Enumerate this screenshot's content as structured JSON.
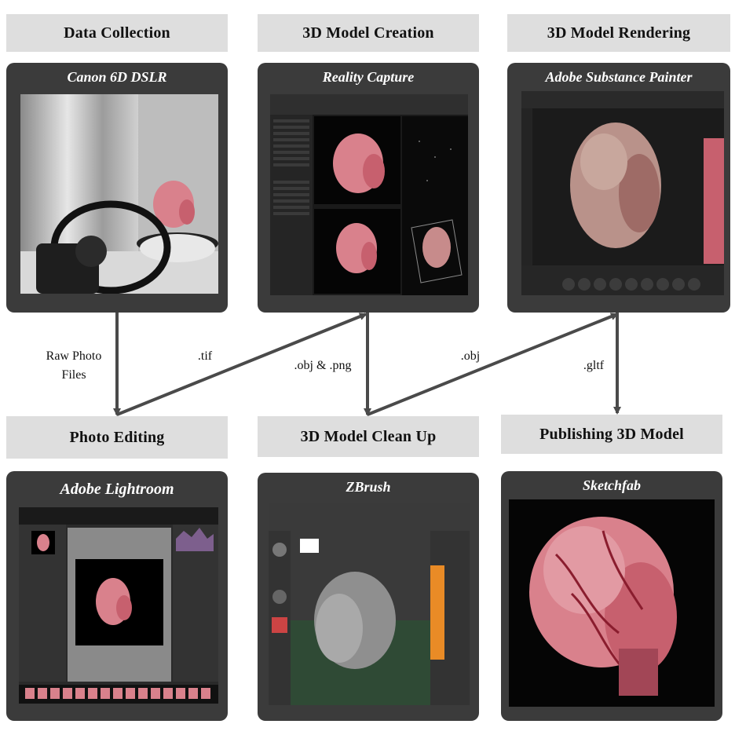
{
  "stages": [
    {
      "header": "Data Collection",
      "tool": "Canon 6D DSLR"
    },
    {
      "header": "3D Model Creation",
      "tool": "Reality Capture"
    },
    {
      "header": "3D Model Rendering",
      "tool": "Adobe Substance Painter"
    },
    {
      "header": "Photo Editing",
      "tool": "Adobe Lightroom"
    },
    {
      "header": "3D Model Clean Up",
      "tool": "ZBrush"
    },
    {
      "header": "Publishing 3D Model",
      "tool": "Sketchfab"
    }
  ],
  "edges": [
    {
      "label_line1": "Raw Photo",
      "label_line2": "Files"
    },
    {
      "label": ".tif"
    },
    {
      "label": ".obj & .png"
    },
    {
      "label": ".obj"
    },
    {
      "label": ".gltf"
    }
  ],
  "colors": {
    "header_bg": "#dedede",
    "card_bg": "#3b3b3b",
    "arrow": "#4a4a4a",
    "flesh": "#d9818c"
  }
}
